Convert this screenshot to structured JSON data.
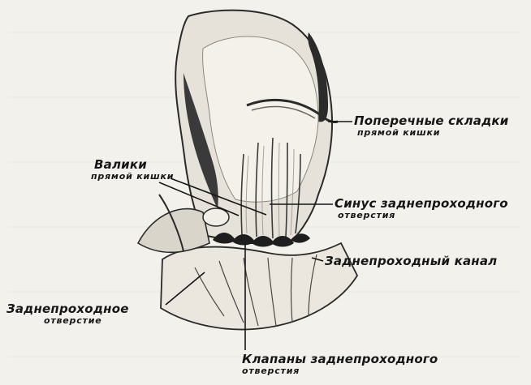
{
  "labels": {
    "transverse_folds": {
      "line1": "Поперечные складки",
      "line2": "прямой кишки"
    },
    "rectal_columns": {
      "line1": "Валики",
      "line2": "прямой кишки"
    },
    "anal_sinus": {
      "line1": "Синус заднепроходного",
      "line2": "отверстия"
    },
    "anal_canal": {
      "line1": "Заднепроходный канал"
    },
    "anal_opening": {
      "line1": "Заднепроходное",
      "line2": "отверстие"
    },
    "anal_valves": {
      "line1": "Клапаны заднепроходного",
      "line2": "отверстия"
    }
  }
}
